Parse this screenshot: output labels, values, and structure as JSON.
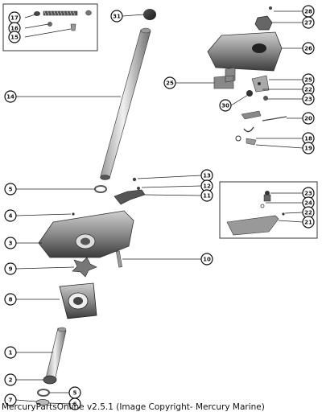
{
  "callouts": {
    "p1": "1",
    "p2": "2",
    "p3": "3",
    "p4": "4",
    "p5a": "5",
    "p5b": "5",
    "p6": "6",
    "p7": "7",
    "p8": "8",
    "p9": "9",
    "p10": "10",
    "p11": "11",
    "p12": "12",
    "p13": "13",
    "p14": "14",
    "p15": "15",
    "p16": "16",
    "p17": "17",
    "p18": "18",
    "p19": "19",
    "p20": "20",
    "p21": "21",
    "p22a": "22",
    "p22b": "22",
    "p23a": "23",
    "p23b": "23",
    "p24": "24",
    "p25a": "25",
    "p25b": "25",
    "p26": "26",
    "p27": "27",
    "p28": "28",
    "p30": "30",
    "p31": "31"
  },
  "footer": "MercuryPartsOnline v2.5.1 (Image Copyright- Mercury Marine)"
}
